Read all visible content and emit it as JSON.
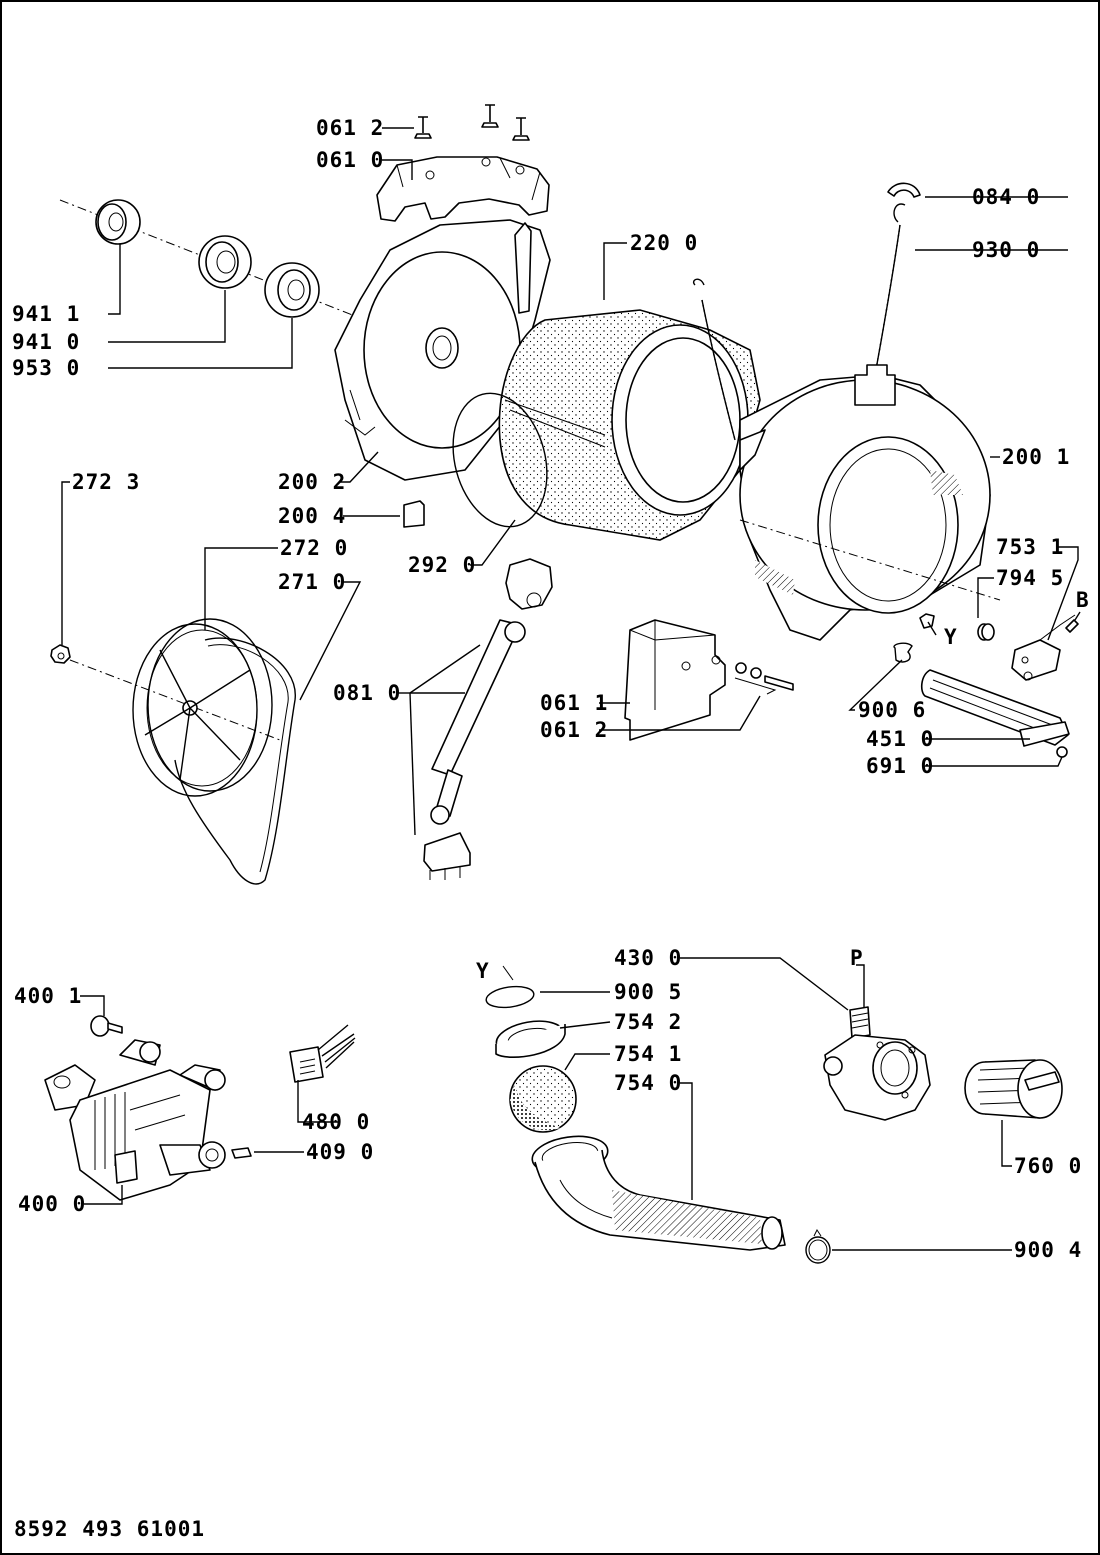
{
  "document_number": "8592 493 61001",
  "labels": {
    "l0612a": "061 2",
    "l0610": "061 0",
    "l0840": "084 0",
    "l2200": "220 0",
    "l9300": "930 0",
    "l9411": "941 1",
    "l9410": "941 0",
    "l9530": "953 0",
    "l2723": "272 3",
    "l2002": "200 2",
    "l2004": "200 4",
    "l2001": "200 1",
    "l2720": "272 0",
    "l2920": "292 0",
    "l7531": "753 1",
    "l2710": "271 0",
    "l7945": "794 5",
    "lB": "B",
    "lY1": "Y",
    "l0810": "081 0",
    "l0611": "061 1",
    "l0612b": "061 2",
    "l9006": "900 6",
    "l4510": "451 0",
    "l6910": "691 0",
    "l4300": "430 0",
    "lP": "P",
    "lY2": "Y",
    "l9005": "900 5",
    "l4001": "400 1",
    "l7542": "754 2",
    "l7541": "754 1",
    "l7540": "754 0",
    "l4800": "480 0",
    "l4090": "409 0",
    "l7600": "760 0",
    "l4000": "400 0",
    "l9004": "900 4"
  }
}
